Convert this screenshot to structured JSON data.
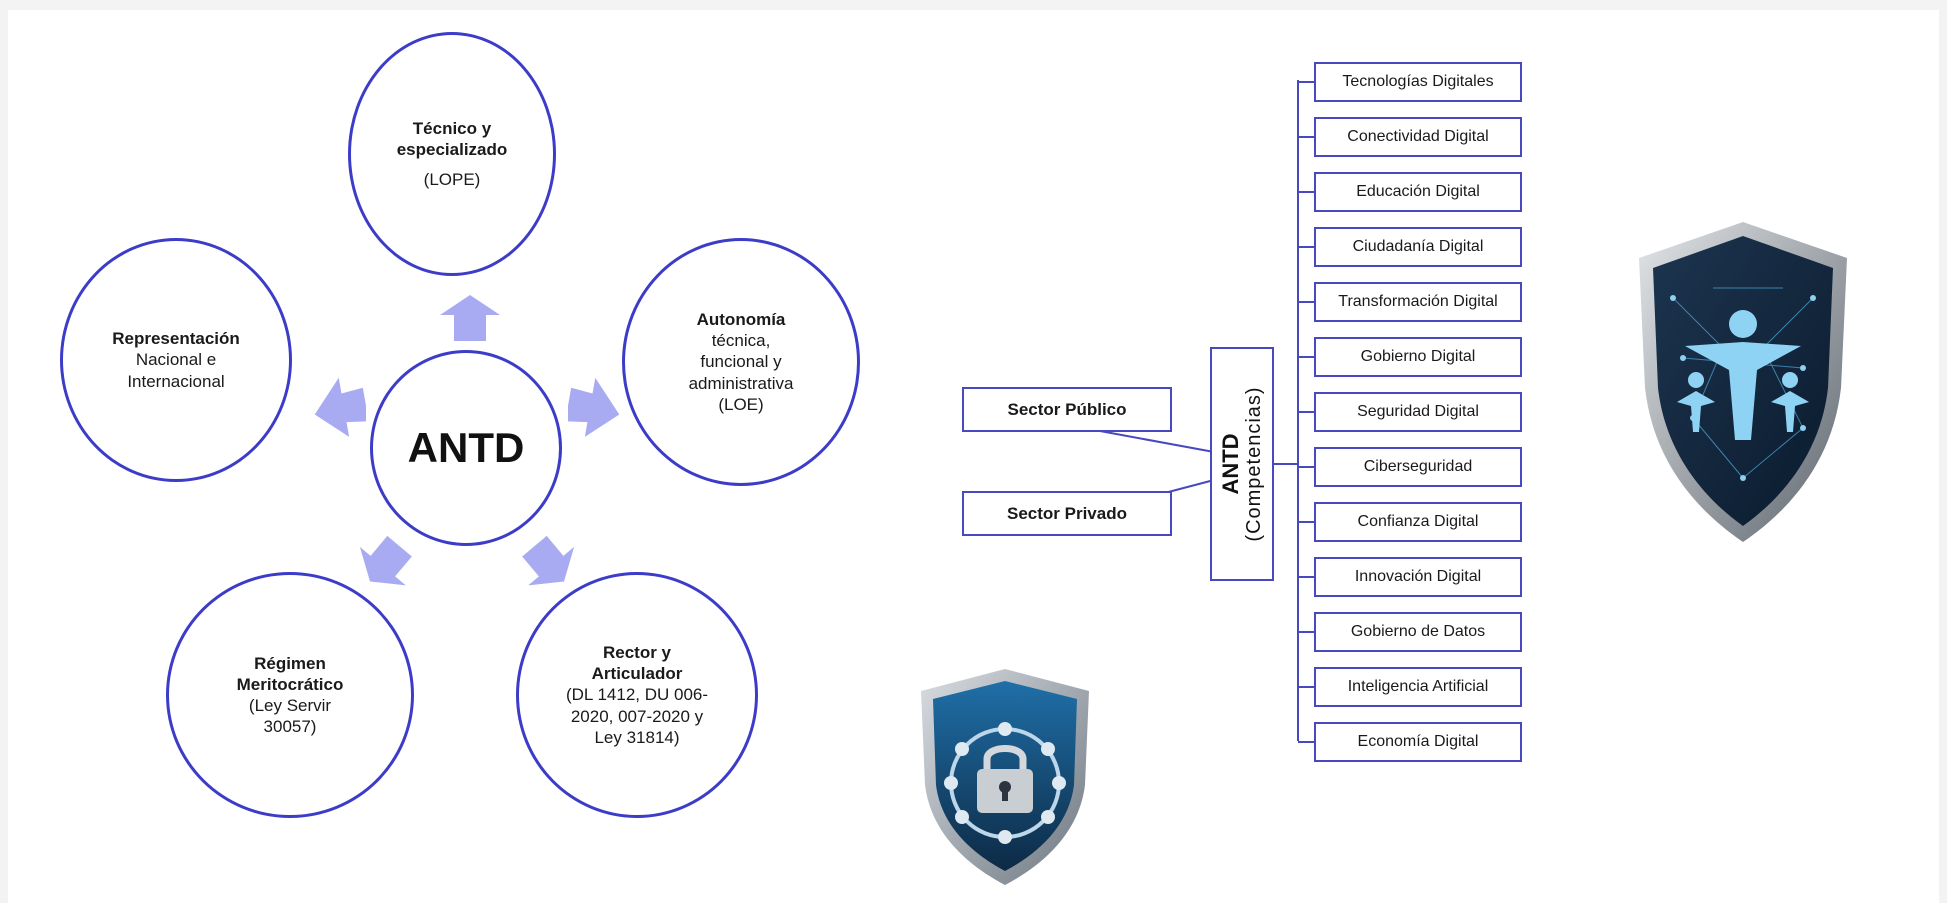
{
  "left_diagram": {
    "center": "ANTD",
    "nodes": {
      "top": {
        "title": "Técnico y especializado",
        "subtitle": "(LOPE)"
      },
      "left": {
        "title": "Representación",
        "subtitle": "Nacional e Internacional"
      },
      "right": {
        "title": "Autonomía",
        "subtitle": "técnica, funcional y administrativa (LOE)"
      },
      "bottom_left": {
        "title": "Régimen Meritocrático",
        "subtitle": "(Ley Servir 30057)"
      },
      "bottom_right": {
        "title": "Rector y Articulador",
        "subtitle": "(DL 1412, DU 006-2020, 007-2020 y Ley 31814)"
      }
    }
  },
  "right_diagram": {
    "sectors": [
      "Sector Público",
      "Sector Privado"
    ],
    "core_bold": "ANTD",
    "core_normal": "(Competencias)",
    "competencies": [
      "Tecnologías Digitales",
      "Conectividad Digital",
      "Educación Digital",
      "Ciudadanía Digital",
      "Transformación Digital",
      "Gobierno Digital",
      "Seguridad Digital",
      "Ciberseguridad",
      "Confianza Digital",
      "Innovación Digital",
      "Gobierno de Datos",
      "Inteligencia Artificial",
      "Economía Digital"
    ]
  },
  "colors": {
    "circle_border": "#3c3cc8",
    "arrow_fill": "#a9abf2",
    "box_border": "#4848c0",
    "shield_dark": "#0d2a45",
    "shield_accent": "#4fa9d8"
  }
}
